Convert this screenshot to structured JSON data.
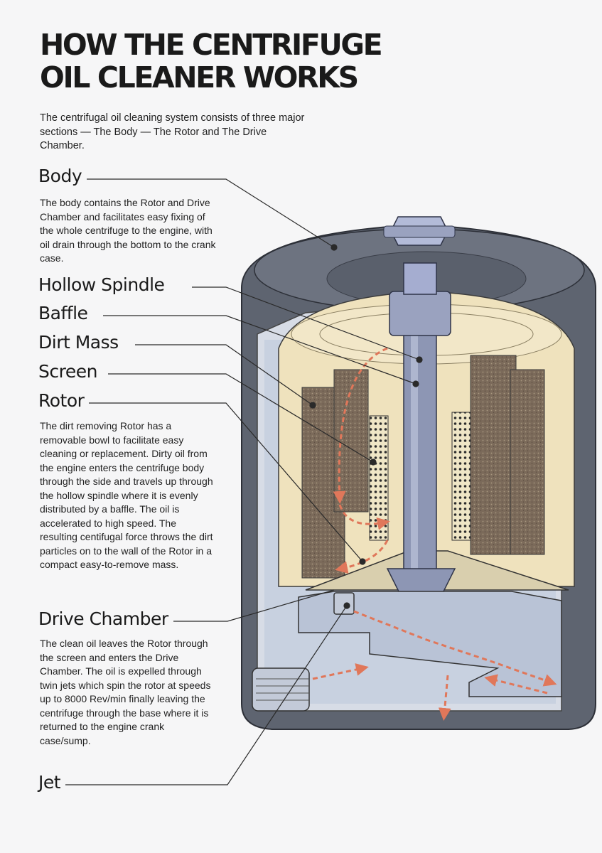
{
  "title": {
    "line1": "HOW THE CENTRIFUGE",
    "line2": "OIL CLEANER WORKS"
  },
  "intro": "The centrifugal oil cleaning system consists of three major sections — The Body — The Rotor and The Drive Chamber.",
  "sections": {
    "body": {
      "heading": "Body",
      "text": "The body contains the Rotor and Drive Chamber and facilitates easy fixing of the whole centrifuge to the engine, with oil drain through the bottom to the crank case."
    },
    "hollow_spindle": {
      "heading": "Hollow Spindle"
    },
    "baffle": {
      "heading": "Baffle"
    },
    "dirt_mass": {
      "heading": "Dirt Mass"
    },
    "screen": {
      "heading": "Screen"
    },
    "rotor": {
      "heading": "Rotor",
      "text": "The dirt removing Rotor has a removable bowl to facilitate easy cleaning or replacement. Dirty oil from the engine enters the centrifuge body through the side and travels up through the hollow spindle where it is evenly distributed by a baffle. The oil is accelerated to high speed. The resulting centifugal force throws the dirt particles on to the wall of the Rotor in a compact easy-to-remove mass."
    },
    "drive_chamber": {
      "heading": "Drive Chamber",
      "text": "The clean oil leaves the Rotor through the screen and enters the Drive Chamber. The oil is expelled through twin jets which spin the rotor at speeds up to 8000 Rev/min finally leaving the centrifuge through the base where it is returned to the engine crank case/sump."
    },
    "jet": {
      "heading": "Jet"
    }
  },
  "colors": {
    "body_shell": "#5e6470",
    "rotor_cream": "#efe2bd",
    "dirt_brown": "#7b6a5a",
    "spindle_blue": "#8d96b4",
    "chamber_light": "#c8d1e0",
    "oil_arrow": "#e0775a",
    "leader_line": "#2a2a2a"
  }
}
